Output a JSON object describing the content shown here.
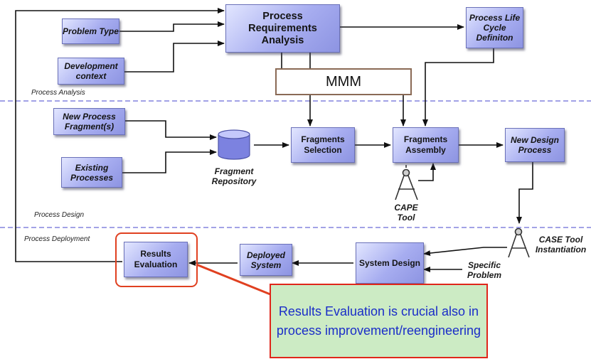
{
  "nodes": {
    "problem_type": "Problem Type",
    "development_context": "Development context",
    "process_requirements_analysis": "Process Requirements Analysis",
    "process_life_cycle_definition": "Process Life Cycle Definiton",
    "mmm": "MMM",
    "new_process_fragments": "New Process Fragment(s)",
    "existing_processes": "Existing Processes",
    "fragment_repository": "Fragment Repository",
    "fragments_selection": "Fragments Selection",
    "fragments_assembly": "Fragments Assembly",
    "new_design_process": "New Design Process",
    "cape_tool": "CAPE Tool",
    "case_tool_instantiation": "CASE Tool Instantiation",
    "specific_problem": "Specific Problem",
    "system_design": "System Design",
    "deployed_system": "Deployed System",
    "results_evaluation": "Results Evaluation"
  },
  "sections": {
    "process_analysis": "Process Analysis",
    "process_design": "Process Design",
    "process_deployment": "Process Deployment"
  },
  "callout": {
    "text": "Results Evaluation is crucial also in process improvement/reengineering"
  },
  "colors": {
    "box_fill": "#a7adf0",
    "arrow": "#111111",
    "section_divider": "#6a6ad8",
    "highlight_border": "#e04020",
    "callout_fill": "#ccebc4",
    "callout_text": "#1a2dc8"
  }
}
